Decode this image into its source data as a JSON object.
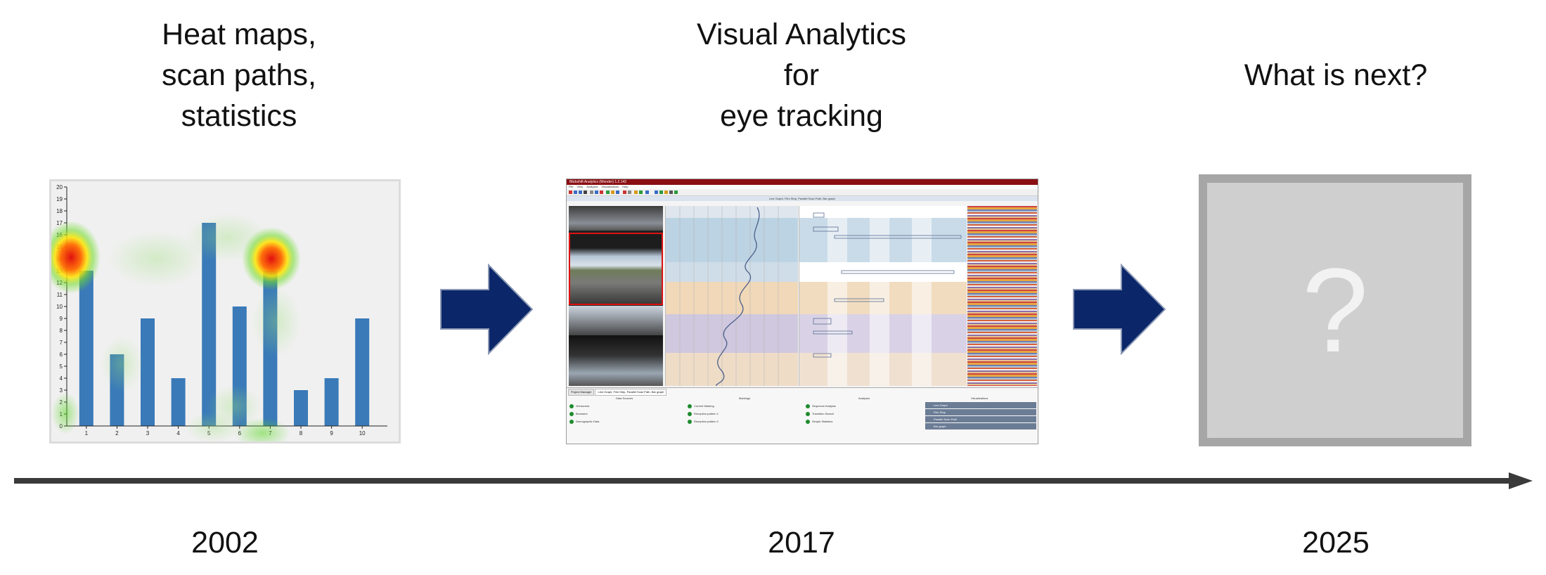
{
  "stages": [
    {
      "heading_lines": [
        "Heat maps,",
        "scan paths,",
        "statistics"
      ],
      "year": "2002",
      "image": "heatmap-bar-chart"
    },
    {
      "heading_lines": [
        "Visual Analytics",
        "for",
        "eye tracking"
      ],
      "year": "2017",
      "image": "blickshift-analytics-screenshot",
      "screenshot": {
        "window_title": "Blickshift Analytics (Wonder) 1.2.142",
        "menu": [
          "File",
          "View",
          "Analyses",
          "Visualizations",
          "Help"
        ],
        "view_title": "Line Graph, Film Strip, Parallel Scan Path, Bar graph",
        "tabs": [
          "Project Manager",
          "Line Graph, Film Strip, Parallel Scan Path, Bar graph"
        ],
        "columns": [
          "Data Sources",
          "Markings",
          "Analyses",
          "Visualizations"
        ],
        "data_sources": [
          "Genscreds",
          "Browsers",
          "Demographic Data"
        ],
        "markings": [
          "Current Marking",
          "Reception pattern 1",
          "Reception pattern 2"
        ],
        "analyses": [
          "Sequence Analysis",
          "Transition Search",
          "Simple Statistics"
        ],
        "visualizations": [
          "Line Graph",
          "Film Strip",
          "Parallel Scan Path",
          "Bar graph"
        ]
      }
    },
    {
      "heading_lines": [
        "What is next?"
      ],
      "year": "2025",
      "image": "placeholder-question",
      "placeholder_glyph": "?"
    }
  ],
  "heatmap_chart": {
    "type": "bar",
    "categories": [
      "1",
      "2",
      "3",
      "4",
      "5",
      "6",
      "7",
      "8",
      "9",
      "10"
    ],
    "values": [
      13,
      6,
      9,
      4,
      17,
      10,
      13,
      3,
      4,
      9
    ],
    "ylim": [
      0,
      20
    ],
    "yticks": [
      "0",
      "1",
      "2",
      "3",
      "4",
      "5",
      "6",
      "7",
      "8",
      "9",
      "10",
      "11",
      "12",
      "13",
      "14",
      "15",
      "16",
      "17",
      "18",
      "19",
      "20"
    ]
  },
  "colors": {
    "arrow_fill": "#0b2769",
    "bar": "#3a7ab8",
    "timeline": "#3a3a3a",
    "placeholder_bg": "#cfcfcf",
    "placeholder_border": "#a6a6a6"
  }
}
